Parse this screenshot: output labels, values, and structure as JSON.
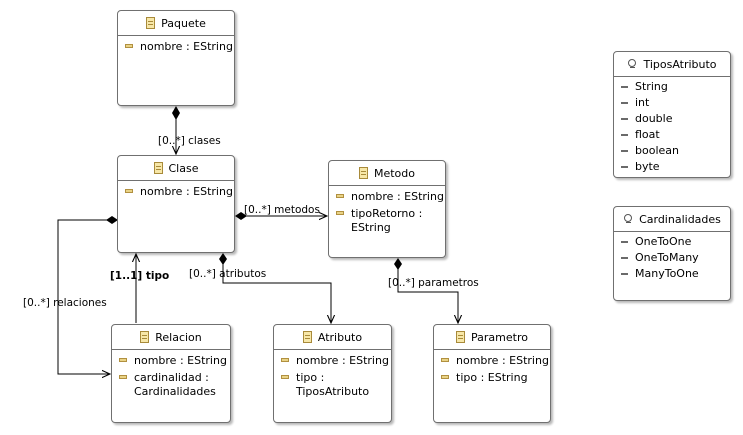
{
  "classes": {
    "paquete": {
      "name": "Paquete",
      "attributes": [
        "nombre : EString"
      ]
    },
    "clase": {
      "name": "Clase",
      "attributes": [
        "nombre : EString"
      ]
    },
    "metodo": {
      "name": "Metodo",
      "attributes": [
        "nombre : EString",
        "tipoRetorno :\nEString"
      ]
    },
    "relacion": {
      "name": "Relacion",
      "attributes": [
        "nombre : EString",
        "cardinalidad :\nCardinalidades"
      ]
    },
    "atributo": {
      "name": "Atributo",
      "attributes": [
        "nombre : EString",
        "tipo :\nTiposAtributo"
      ]
    },
    "parametro": {
      "name": "Parametro",
      "attributes": [
        "nombre : EString",
        "tipo : EString"
      ]
    }
  },
  "enums": {
    "tiposAtributo": {
      "name": "TiposAtributo",
      "literals": [
        "String",
        "int",
        "double",
        "float",
        "boolean",
        "byte"
      ]
    },
    "cardinalidades": {
      "name": "Cardinalidades",
      "literals": [
        "OneToOne",
        "OneToMany",
        "ManyToOne"
      ]
    }
  },
  "edges": {
    "clases": "[0..*] clases",
    "metodos": "[0..*] metodos",
    "atributos": "[0..*] atributos",
    "parametros": "[0..*] parametros",
    "relaciones": "[0..*] relaciones",
    "tipo": "[1..1] tipo"
  }
}
